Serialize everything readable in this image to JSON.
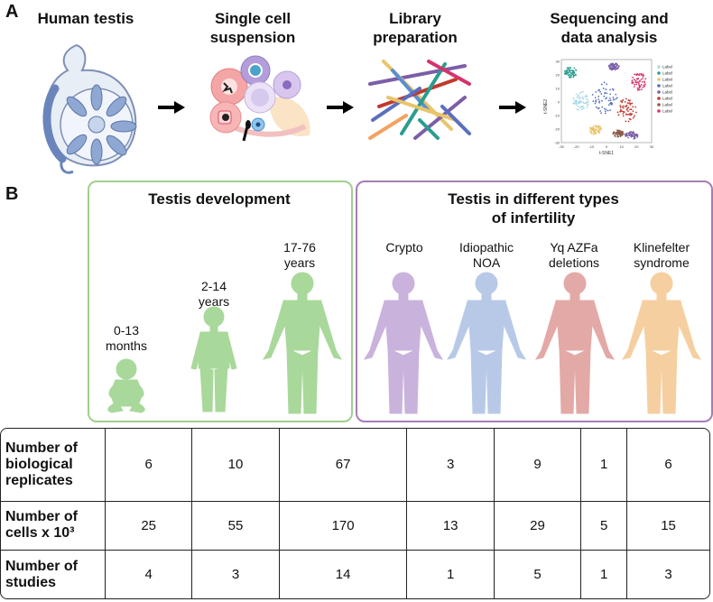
{
  "panel_a": {
    "letter": "A",
    "steps": [
      {
        "title": "Human testis"
      },
      {
        "title": "Single cell suspension",
        "lines": [
          "Single cell",
          "suspension"
        ]
      },
      {
        "title": "Library preparation",
        "lines": [
          "Library",
          "preparation"
        ]
      },
      {
        "title": "Sequencing and data analysis",
        "lines": [
          "Sequencing and",
          "data analysis"
        ]
      }
    ],
    "tsne": {
      "xlabel": "t-SNE1",
      "ylabel": "t-SNE2",
      "legend": [
        "Label",
        "Label",
        "Label",
        "Label",
        "Label",
        "Label",
        "Label",
        "Label"
      ],
      "legend_colors": [
        "#a8d8e8",
        "#2a9d8f",
        "#e9c46a",
        "#5a6fbf",
        "#7b5ea7",
        "#c0392b",
        "#8e5a4a",
        "#d6336c"
      ],
      "x_ticks": [
        "-30",
        "-20",
        "-10",
        "0",
        "10",
        "20",
        "30"
      ],
      "y_ticks": [
        "30",
        "20",
        "10",
        "0",
        "-10",
        "-20",
        "-30"
      ]
    }
  },
  "panel_b": {
    "letter": "B",
    "development": {
      "title": "Testis development",
      "groups": [
        {
          "lines": [
            "0-13",
            "months"
          ],
          "color": "#a8d89a"
        },
        {
          "lines": [
            "2-14",
            "years"
          ],
          "color": "#a8d89a"
        },
        {
          "lines": [
            "17-76",
            "years"
          ],
          "color": "#a8d89a"
        }
      ]
    },
    "infertility": {
      "title_lines": [
        "Testis in different types",
        "of infertility"
      ],
      "groups": [
        {
          "lines": [
            "Crypto"
          ],
          "color": "#c9b3dc"
        },
        {
          "lines": [
            "Idiopathic",
            "NOA"
          ],
          "color": "#b8c9e8"
        },
        {
          "lines": [
            "Yq AZFa",
            "deletions"
          ],
          "color": "#e3a9a6"
        },
        {
          "lines": [
            "Klinefelter",
            "syndrome"
          ],
          "color": "#f5cfa0"
        }
      ]
    }
  },
  "table": {
    "rows": [
      {
        "label_lines": [
          "Number of",
          "biological",
          "replicates"
        ],
        "values": [
          "6",
          "10",
          "67",
          "3",
          "9",
          "1",
          "6"
        ]
      },
      {
        "label_lines": [
          "Number of",
          "cells x 10³"
        ],
        "values": [
          "25",
          "55",
          "170",
          "13",
          "29",
          "5",
          "15"
        ]
      },
      {
        "label_lines": [
          "Number of",
          "studies"
        ],
        "values": [
          "4",
          "3",
          "14",
          "1",
          "5",
          "1",
          "3"
        ]
      }
    ]
  }
}
